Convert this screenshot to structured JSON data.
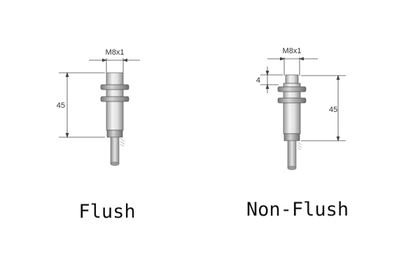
{
  "sensors": [
    {
      "id": "flush",
      "caption": "Flush",
      "thread_label": "M8x1",
      "length_label": "45"
    },
    {
      "id": "non-flush",
      "caption": "Non-Flush",
      "thread_label": "M8x1",
      "length_label": "45",
      "protrusion_label": "4"
    }
  ],
  "colors": {
    "body_metal": "#d9d9d9",
    "dim_line": "#444444",
    "cable": "#bdbdbd"
  }
}
